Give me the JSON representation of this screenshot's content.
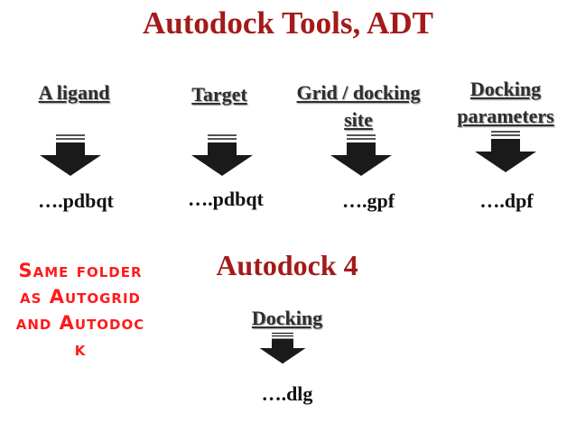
{
  "header": {
    "title": "Autodock Tools, ADT"
  },
  "inputs": [
    {
      "label": "A ligand",
      "file": "….pdbqt"
    },
    {
      "label": "Target",
      "file": "….pdbqt"
    },
    {
      "label": "Grid / docking site",
      "file": "….gpf"
    },
    {
      "label": "Docking parameters",
      "file": "….dpf"
    }
  ],
  "note": {
    "text": "Same folder as Autogrid and Autodock"
  },
  "autodock": {
    "title": "Autodock 4",
    "step": "Docking",
    "file": "….dlg"
  },
  "icons": {
    "arrow": "down-arrow-icon"
  }
}
